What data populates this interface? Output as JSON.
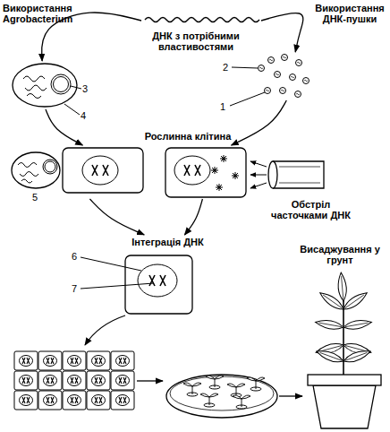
{
  "diagram": {
    "nodes": [
      {
        "text": [
          "Використання Agrobacterium"
        ]
      },
      {
        "text": [
          "ДНК з потрібними властивостями"
        ]
      },
      {
        "text": [
          "Використання ДНК-пушки"
        ]
      },
      {
        "text": [
          "Рослинна клітина"
        ]
      },
      {
        "text": [
          "Інтеграція ДНК"
        ]
      },
      {
        "text": [
          "Висаджування у грунт"
        ]
      }
    ],
    "edges": [
      {
        "from": 1,
        "to": 0,
        "arrow": "to"
      },
      {
        "from": 1,
        "to": 2,
        "arrow": "to"
      },
      {
        "from": 0,
        "to": 3,
        "arrow": "to"
      },
      {
        "from": 2,
        "to": 3,
        "arrow": "to"
      },
      {
        "from": 3,
        "to": 4,
        "arrow": "to"
      }
    ],
    "labels": [
      "1",
      "2",
      "3",
      "4",
      "5",
      "6",
      "7",
      "Обстріл часточками ДНК"
    ]
  }
}
